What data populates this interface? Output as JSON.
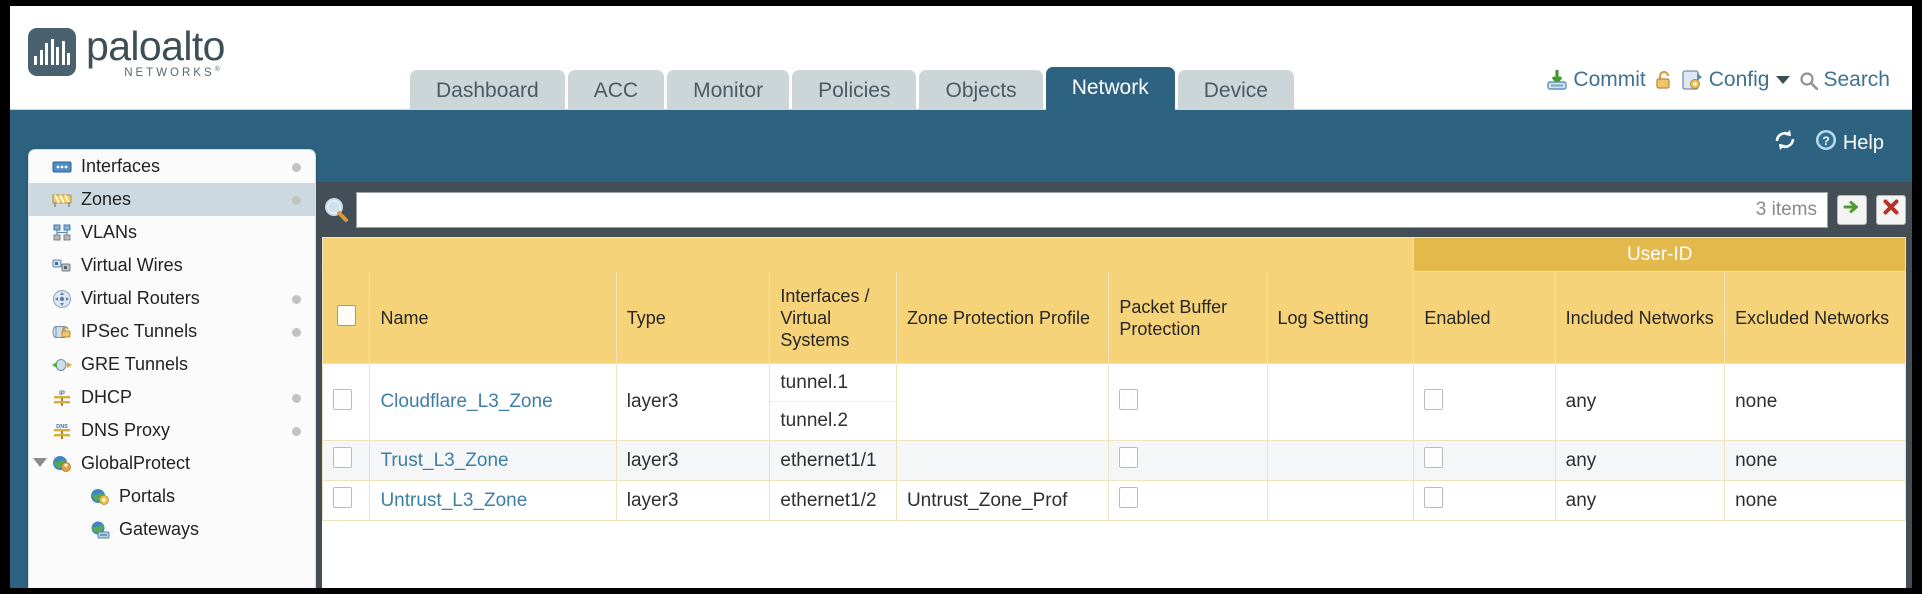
{
  "brand": {
    "name": "paloalto",
    "sub": "NETWORKS",
    "reg": "®"
  },
  "nav": {
    "tabs": [
      {
        "label": "Dashboard",
        "active": false
      },
      {
        "label": "ACC",
        "active": false
      },
      {
        "label": "Monitor",
        "active": false
      },
      {
        "label": "Policies",
        "active": false
      },
      {
        "label": "Objects",
        "active": false
      },
      {
        "label": "Network",
        "active": true
      },
      {
        "label": "Device",
        "active": false
      }
    ]
  },
  "header_actions": {
    "commit": "Commit",
    "lock_icon": "lock-icon",
    "config": "Config",
    "search": "Search"
  },
  "band": {
    "refresh_icon": "refresh-icon",
    "help": "Help"
  },
  "sidebar": {
    "items": [
      {
        "label": "Interfaces",
        "icon": "interfaces-icon",
        "selected": false,
        "dot": true,
        "child": false,
        "twisty": false
      },
      {
        "label": "Zones",
        "icon": "zones-icon",
        "selected": true,
        "dot": true,
        "child": false,
        "twisty": false
      },
      {
        "label": "VLANs",
        "icon": "vlans-icon",
        "selected": false,
        "dot": false,
        "child": false,
        "twisty": false
      },
      {
        "label": "Virtual Wires",
        "icon": "virtual-wires-icon",
        "selected": false,
        "dot": false,
        "child": false,
        "twisty": false
      },
      {
        "label": "Virtual Routers",
        "icon": "virtual-routers-icon",
        "selected": false,
        "dot": true,
        "child": false,
        "twisty": false
      },
      {
        "label": "IPSec Tunnels",
        "icon": "ipsec-tunnels-icon",
        "selected": false,
        "dot": true,
        "child": false,
        "twisty": false
      },
      {
        "label": "GRE Tunnels",
        "icon": "gre-tunnels-icon",
        "selected": false,
        "dot": false,
        "child": false,
        "twisty": false
      },
      {
        "label": "DHCP",
        "icon": "dhcp-icon",
        "selected": false,
        "dot": true,
        "child": false,
        "twisty": false
      },
      {
        "label": "DNS Proxy",
        "icon": "dns-proxy-icon",
        "selected": false,
        "dot": true,
        "child": false,
        "twisty": false
      },
      {
        "label": "GlobalProtect",
        "icon": "globalprotect-icon",
        "selected": false,
        "dot": false,
        "child": false,
        "twisty": true
      },
      {
        "label": "Portals",
        "icon": "portals-icon",
        "selected": false,
        "dot": false,
        "child": true,
        "twisty": false
      },
      {
        "label": "Gateways",
        "icon": "gateways-icon",
        "selected": false,
        "dot": false,
        "child": true,
        "twisty": false
      }
    ]
  },
  "search": {
    "icon": "magnifier-icon",
    "value": "",
    "placeholder": "",
    "item_count": "3 items",
    "apply_icon": "green-arrow-icon",
    "clear_icon": "red-x-icon"
  },
  "table": {
    "group_header": "User-ID",
    "columns": [
      "Name",
      "Type",
      "Interfaces / Virtual Systems",
      "Zone Protection Profile",
      "Packet Buffer Protection",
      "Log Setting",
      "Enabled",
      "Included Networks",
      "Excluded Networks"
    ],
    "rows": [
      {
        "name": "Cloudflare_L3_Zone",
        "type": "layer3",
        "interfaces": [
          "tunnel.1",
          "tunnel.2"
        ],
        "zone_protection_profile": "",
        "packet_buffer_protection": false,
        "log_setting": "",
        "enabled": false,
        "included_networks": "any",
        "excluded_networks": "none"
      },
      {
        "name": "Trust_L3_Zone",
        "type": "layer3",
        "interfaces": [
          "ethernet1/1"
        ],
        "zone_protection_profile": "",
        "packet_buffer_protection": false,
        "log_setting": "",
        "enabled": false,
        "included_networks": "any",
        "excluded_networks": "none"
      },
      {
        "name": "Untrust_L3_Zone",
        "type": "layer3",
        "interfaces": [
          "ethernet1/2"
        ],
        "zone_protection_profile": "Untrust_Zone_Prof",
        "packet_buffer_protection": false,
        "log_setting": "",
        "enabled": false,
        "included_networks": "any",
        "excluded_networks": "none"
      }
    ]
  },
  "colors": {
    "brand_blue": "#2d6381",
    "header_yellow": "#f6d379",
    "group_yellow": "#e4b94c",
    "link_blue": "#3d7fa6",
    "panel_dark": "#434e57"
  }
}
